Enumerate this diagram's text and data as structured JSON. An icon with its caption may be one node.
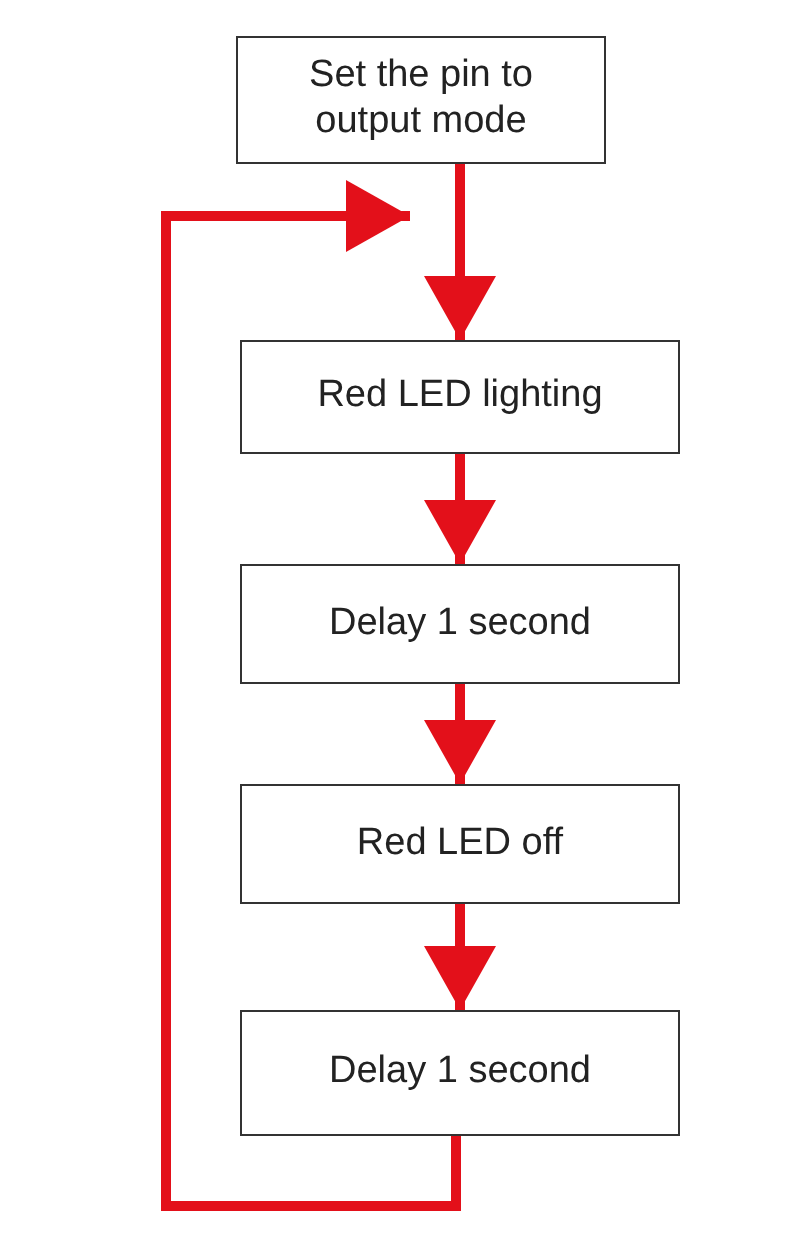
{
  "diagram": {
    "nodes": [
      {
        "text": [
          "Set the pin to output mode"
        ]
      },
      {
        "text": [
          "Red LED lighting"
        ]
      },
      {
        "text": [
          "Delay 1 second"
        ]
      },
      {
        "text": [
          "Red LED off"
        ]
      },
      {
        "text": [
          "Delay 1 second"
        ]
      }
    ],
    "edges": [
      {
        "from": 0,
        "to": 1,
        "arrow": "to"
      },
      {
        "from": 1,
        "to": 2,
        "arrow": "to"
      },
      {
        "from": 2,
        "to": 3,
        "arrow": "to"
      },
      {
        "from": 3,
        "to": 4,
        "arrow": "to"
      },
      {
        "from": 4,
        "to": 0,
        "arrow": "to"
      }
    ]
  }
}
